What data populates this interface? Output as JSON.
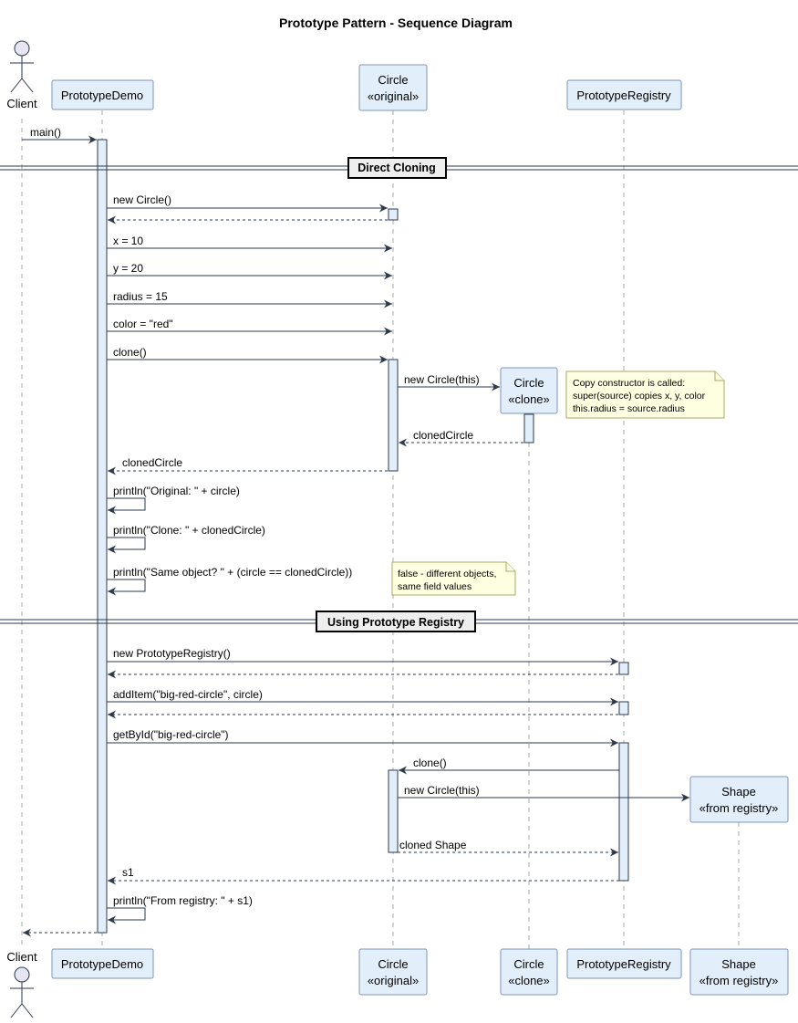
{
  "title": "Prototype Pattern - Sequence Diagram",
  "participants": {
    "client": {
      "label": "Client"
    },
    "demo": {
      "label": "PrototypeDemo"
    },
    "circle_original": {
      "label_lines": [
        "Circle",
        "«original»"
      ]
    },
    "circle_clone": {
      "label_lines": [
        "Circle",
        "«clone»"
      ]
    },
    "registry": {
      "label": "PrototypeRegistry"
    },
    "shape": {
      "label_lines": [
        "Shape",
        "«from registry»"
      ]
    }
  },
  "sections": {
    "direct": "Direct Cloning",
    "registry": "Using Prototype Registry"
  },
  "messages": {
    "main": "main()",
    "new_circle": "new Circle()",
    "x": "x = 10",
    "y": "y = 20",
    "radius": "radius = 15",
    "color": "color = \"red\"",
    "clone": "clone()",
    "new_circle_this": "new Circle(this)",
    "cloned_circle_inner": "clonedCircle",
    "cloned_circle": "clonedCircle",
    "print_original": "println(\"Original: \" + circle)",
    "print_clone": "println(\"Clone: \" + clonedCircle)",
    "print_same": "println(\"Same object? \" + (circle == clonedCircle))",
    "new_registry": "new PrototypeRegistry()",
    "add_item": "addItem(\"big-red-circle\", circle)",
    "get_by_id": "getById(\"big-red-circle\")",
    "reg_clone": "clone()",
    "reg_new_circle_this": "new Circle(this)",
    "cloned_shape": "cloned Shape",
    "s1": "s1",
    "print_registry": "println(\"From registry: \" + s1)"
  },
  "notes": {
    "copy_constructor": [
      "Copy constructor is called:",
      "super(source) copies x, y, color",
      "this.radius = source.radius"
    ],
    "false_note": [
      "false - different objects,",
      "same field values"
    ]
  },
  "colors": {
    "participant_fill": "#e2effa",
    "participant_stroke": "#7f96b7",
    "activation_fill": "#e2effa",
    "arrow": "#2d3a4d",
    "lifeline": "#a8a8a8",
    "note_fill": "#fefee0",
    "note_stroke": "#aaaa66",
    "actor_fill": "#e8e5f2"
  }
}
